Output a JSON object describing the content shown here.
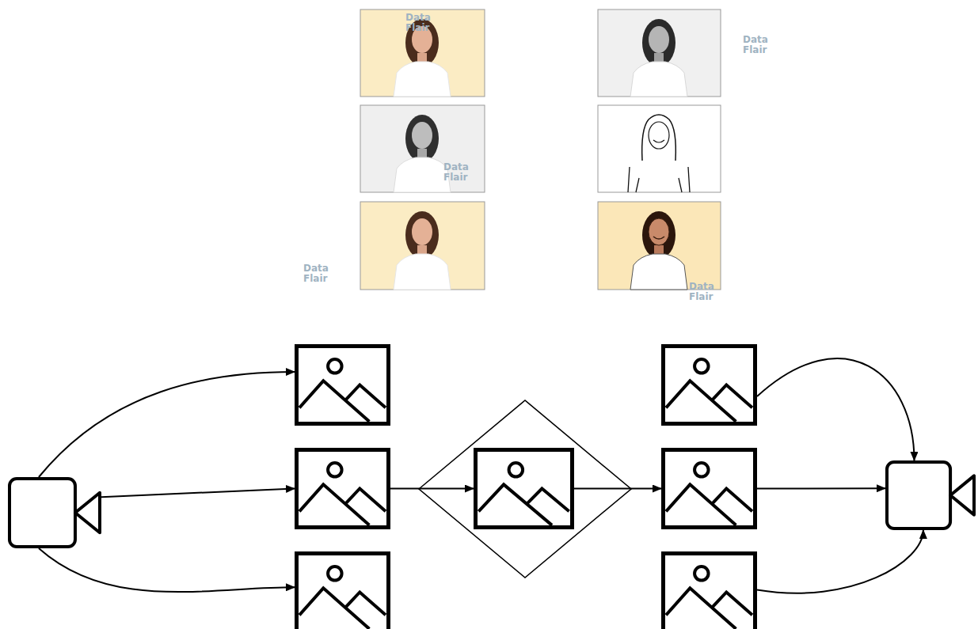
{
  "diagram": {
    "nodes": [
      {
        "text": []
      },
      {
        "text": []
      },
      {
        "text": []
      },
      {
        "text": []
      },
      {
        "text": []
      },
      {
        "text": [],
        "in": 4
      },
      {
        "text": []
      },
      {
        "text": []
      },
      {
        "text": []
      },
      {
        "text": []
      }
    ],
    "edges": [
      {
        "from": 0,
        "to": 1,
        "arrow": "to"
      },
      {
        "from": 0,
        "to": 2,
        "arrow": "to"
      },
      {
        "from": 0,
        "to": 3,
        "arrow": "to"
      },
      {
        "from": 2,
        "to": 5,
        "arrow": "to"
      },
      {
        "from": 5,
        "to": 7,
        "arrow": "to"
      },
      {
        "from": 6,
        "to": 9,
        "arrow": "to"
      },
      {
        "from": 7,
        "to": 9,
        "arrow": "to"
      },
      {
        "from": 8,
        "to": 9,
        "arrow": "to"
      }
    ],
    "labels": [
      "Data Flair",
      "Data Flair",
      "Data Flair",
      "Data Flair",
      "Data Flair"
    ]
  }
}
